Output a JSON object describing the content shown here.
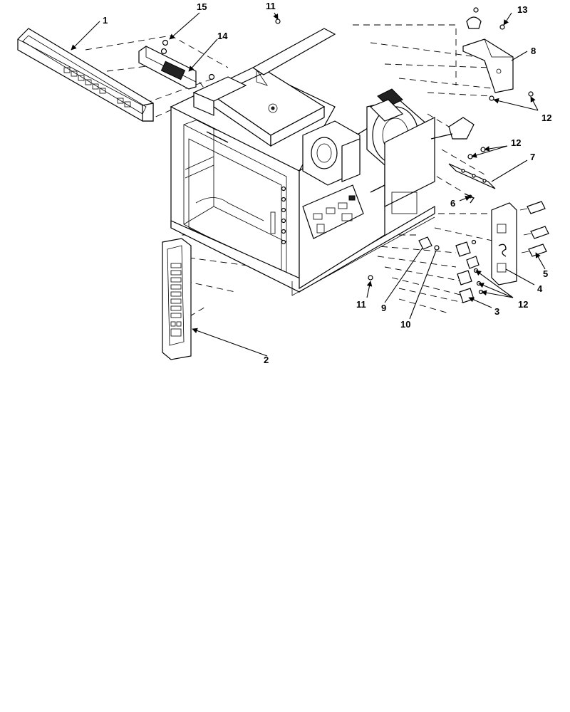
{
  "callouts": [
    {
      "id": "c1",
      "label": "1"
    },
    {
      "id": "c2",
      "label": "2"
    },
    {
      "id": "c3",
      "label": "3"
    },
    {
      "id": "c4",
      "label": "4"
    },
    {
      "id": "c5",
      "label": "5"
    },
    {
      "id": "c6",
      "label": "6"
    },
    {
      "id": "c7",
      "label": "7"
    },
    {
      "id": "c8",
      "label": "8"
    },
    {
      "id": "c9",
      "label": "9"
    },
    {
      "id": "c10",
      "label": "10"
    },
    {
      "id": "c11a",
      "label": "11"
    },
    {
      "id": "c11b",
      "label": "11"
    },
    {
      "id": "c12a",
      "label": "12"
    },
    {
      "id": "c12b",
      "label": "12"
    },
    {
      "id": "c12c",
      "label": "12"
    },
    {
      "id": "c13",
      "label": "13"
    },
    {
      "id": "c14",
      "label": "14"
    },
    {
      "id": "c15",
      "label": "15"
    }
  ],
  "colors": {
    "line": "#000000",
    "background": "#ffffff"
  }
}
